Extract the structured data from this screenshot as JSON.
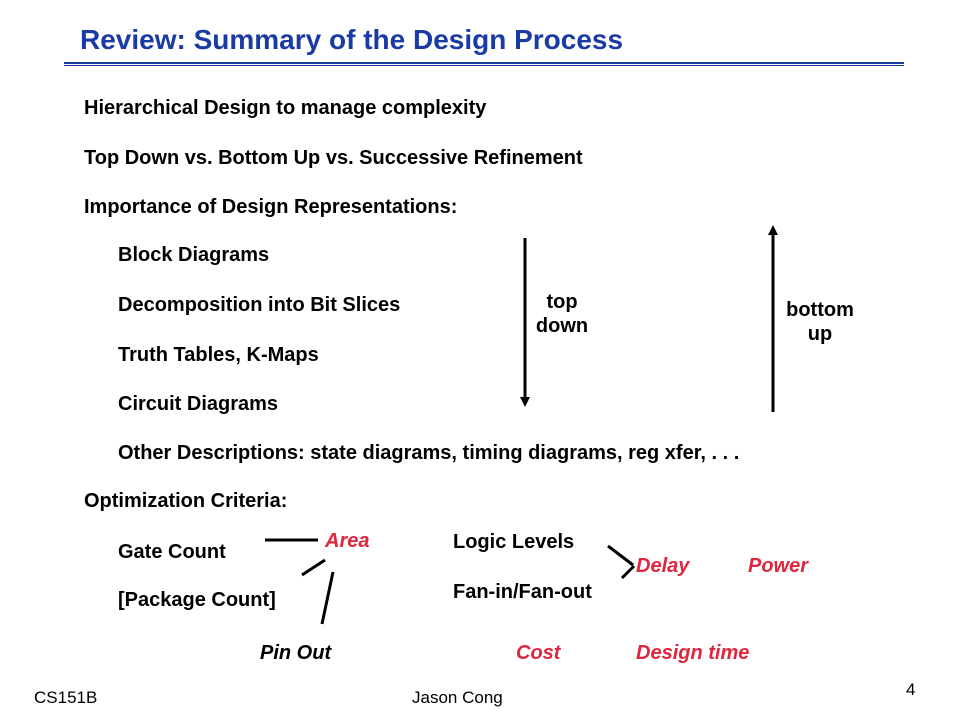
{
  "slide": {
    "title": "Review: Summary of the Design Process",
    "accent_color": "#1a3ba3",
    "highlight_color": "#e0263d",
    "bullets": {
      "hierarchical": "Hierarchical Design to manage complexity",
      "top_down_vs": "Top Down vs. Bottom Up vs. Successive Refinement",
      "importance": "Importance of Design Representations:",
      "block_diagrams": "Block Diagrams",
      "decomposition": "Decomposition into Bit Slices",
      "truth_tables": "Truth Tables, K-Maps",
      "circuit_diagrams": "Circuit Diagrams",
      "other_descriptions": "Other Descriptions:  state diagrams, timing diagrams, reg xfer, . . .",
      "optimization": "Optimization Criteria:",
      "gate_count": "Gate Count",
      "package_count": "[Package Count]",
      "logic_levels": "Logic Levels",
      "fan_in_out": "Fan-in/Fan-out"
    },
    "arrows": {
      "top_down_line1": "top",
      "top_down_line2": "down",
      "bottom_up_line1": "bottom",
      "bottom_up_line2": "up"
    },
    "criteria": {
      "area": "Area",
      "delay": "Delay",
      "power": "Power",
      "pin_out": "Pin Out",
      "cost": "Cost",
      "design_time": "Design time"
    }
  },
  "footer": {
    "course": "CS151B",
    "author": "Jason Cong",
    "page_number": "4"
  }
}
